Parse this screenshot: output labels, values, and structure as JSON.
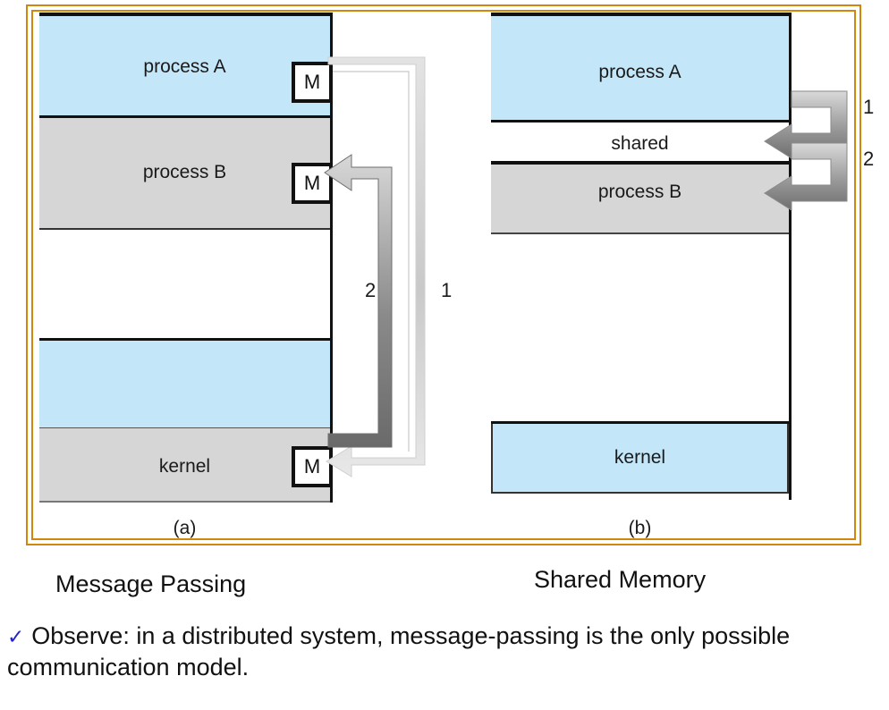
{
  "figure": {
    "caption_a": "(a)",
    "caption_b": "(b)",
    "title_left": "Message Passing",
    "title_right": "Shared Memory",
    "frame_color": "#D2860B"
  },
  "panel_a": {
    "name": "message-passing",
    "blocks": [
      {
        "label": "process A",
        "color": "#C4E6F9"
      },
      {
        "label": "process B",
        "color": "#D6D6D6"
      },
      {
        "label": "",
        "color": "#FFFFFF"
      },
      {
        "label": "",
        "color": "#C4E6F9"
      },
      {
        "label": "kernel",
        "color": "#D6D6D6"
      }
    ],
    "message_boxes": [
      {
        "label": "M",
        "owner": "process A"
      },
      {
        "label": "M",
        "owner": "process B"
      },
      {
        "label": "M",
        "owner": "kernel"
      }
    ],
    "arrows": [
      {
        "number": "1",
        "from": "process A",
        "to": "kernel",
        "color": "#BFBFBF"
      },
      {
        "number": "2",
        "from": "kernel",
        "to": "process B",
        "color": "#6E6E6E"
      }
    ],
    "arrow_label_1": "1",
    "arrow_label_2": "2"
  },
  "panel_b": {
    "name": "shared-memory",
    "blocks": [
      {
        "label": "process A",
        "color": "#C4E6F9"
      },
      {
        "label": "shared",
        "color": "#FFFFFF"
      },
      {
        "label": "process B",
        "color": "#D6D6D6"
      },
      {
        "label": "",
        "color": "#FFFFFF"
      },
      {
        "label": "kernel",
        "color": "#C4E6F9"
      }
    ],
    "arrows": [
      {
        "number": "1",
        "from": "process A",
        "to": "shared"
      },
      {
        "number": "2",
        "from": "process B",
        "to": "shared"
      }
    ],
    "arrow_label_1": "1",
    "arrow_label_2": "2"
  },
  "observe": {
    "bullet": "✓",
    "bullet_color": "#2222CC",
    "text": "Observe: in a distributed system, message-passing is the only possible communication model."
  }
}
